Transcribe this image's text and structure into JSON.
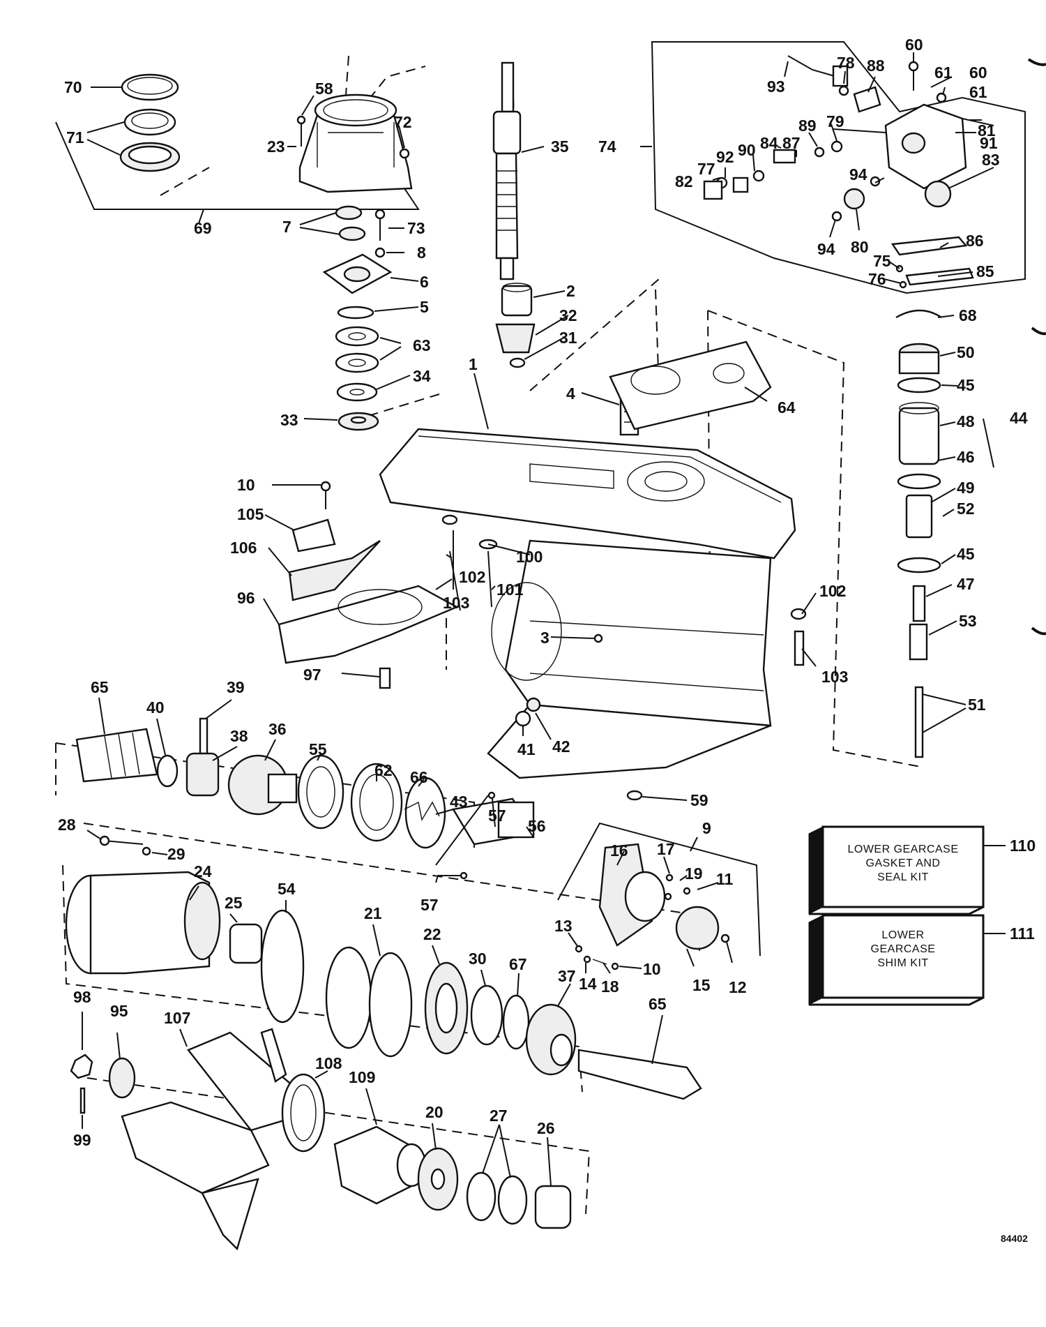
{
  "labels": {
    "l70": "70",
    "l71": "71",
    "l58": "58",
    "l72": "72",
    "l23": "23",
    "l69": "69",
    "l7": "7",
    "l73": "73",
    "l8": "8",
    "l6": "6",
    "l5": "5",
    "l63": "63",
    "l34": "34",
    "l33": "33",
    "l35": "35",
    "l2": "2",
    "l32": "32",
    "l31": "31",
    "l1": "1",
    "l4": "4",
    "l64": "64",
    "l74": "74",
    "l93": "93",
    "l78": "78",
    "l88": "88",
    "l60a": "60",
    "l60b": "60",
    "l61a": "61",
    "l61b": "61",
    "l79": "79",
    "l89": "89",
    "l81": "81",
    "l91": "91",
    "l84": "84",
    "l87": "87",
    "l90": "90",
    "l92": "92",
    "l77": "77",
    "l82": "82",
    "l83": "83",
    "l94a": "94",
    "l94b": "94",
    "l80": "80",
    "l86": "86",
    "l75": "75",
    "l76": "76",
    "l85": "85",
    "l68": "68",
    "l50": "50",
    "l45a": "45",
    "l48": "48",
    "l44": "44",
    "l46": "46",
    "l49": "49",
    "l52": "52",
    "l45b": "45",
    "l47": "47",
    "l53": "53",
    "l51": "51",
    "l10a": "10",
    "l105": "105",
    "l106": "106",
    "l96": "96",
    "l97": "97",
    "l100": "100",
    "l102a": "102",
    "l101": "101",
    "l103a": "103",
    "l102b": "102",
    "l103b": "103",
    "l3": "3",
    "l41": "41",
    "l42": "42",
    "l59": "59",
    "l65a": "65",
    "l40": "40",
    "l39": "39",
    "l38": "38",
    "l36": "36",
    "l55": "55",
    "l62": "62",
    "l66": "66",
    "l43": "43",
    "l57a": "57",
    "l56": "56",
    "l57b": "57",
    "l9": "9",
    "l16": "16",
    "l17": "17",
    "l19": "19",
    "l11": "11",
    "l13": "13",
    "l14": "14",
    "l18": "18",
    "l10b": "10",
    "l15": "15",
    "l12": "12",
    "l28": "28",
    "l29": "29",
    "l24": "24",
    "l25": "25",
    "l54": "54",
    "l21": "21",
    "l22": "22",
    "l30": "30",
    "l67": "67",
    "l37": "37",
    "l65b": "65",
    "l98": "98",
    "l95": "95",
    "l107": "107",
    "l108": "108",
    "l109": "109",
    "l20": "20",
    "l27": "27",
    "l26": "26",
    "l99": "99",
    "l110": "110",
    "l111": "111"
  },
  "kits": {
    "gasket_kit": {
      "line1": "LOWER GEARCASE",
      "line2": "GASKET AND",
      "line3": "SEAL KIT"
    },
    "shim_kit": {
      "line1": "LOWER",
      "line2": "GEARCASE",
      "line3": "SHIM KIT"
    }
  },
  "figure_id": "84402"
}
